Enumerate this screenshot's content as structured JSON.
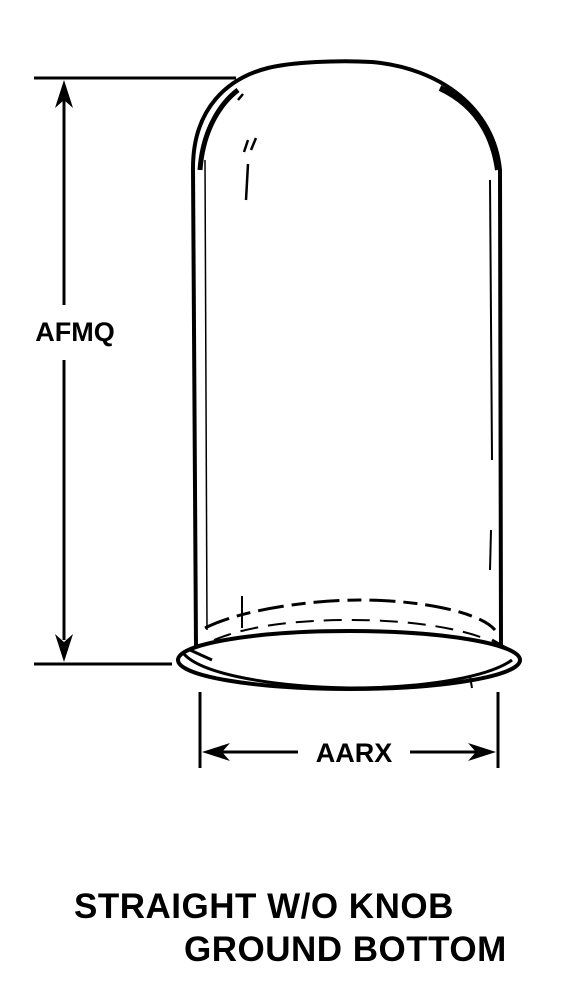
{
  "dimensions": {
    "height_code": "AFMQ",
    "diameter_code": "AARX"
  },
  "caption": {
    "line1": "STRAIGHT W/O KNOB",
    "line2": "GROUND BOTTOM"
  }
}
